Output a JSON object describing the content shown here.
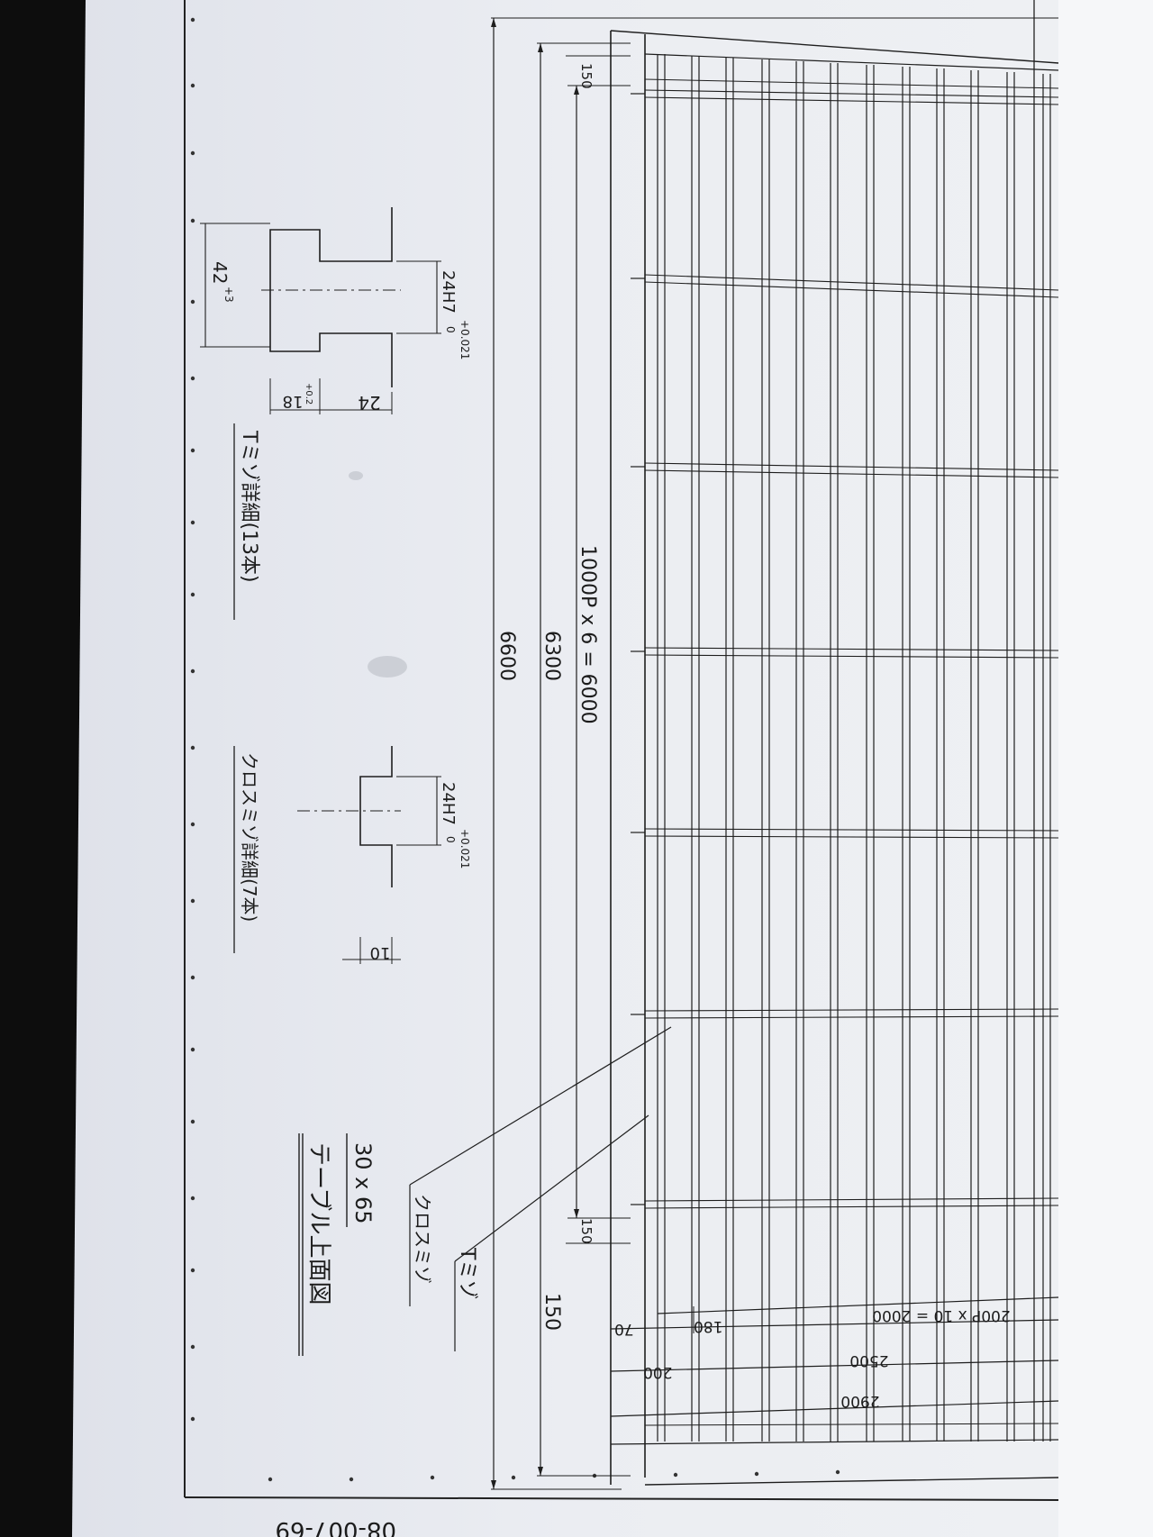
{
  "drawing": {
    "drawing_number": "08-007-69",
    "title": "テーブル上面図",
    "plate_size": "30 x 65"
  },
  "dimensions": {
    "edge_150_top": "150",
    "edge_150_bottom": "150",
    "pitch": "1000P x 6 = 6000",
    "inner_length": "6300",
    "total_length": "6600",
    "edge_150_outer": "150",
    "w_70": "70",
    "w_180": "180",
    "w_pitch": "200P x 10 = 2000",
    "w_200": "200",
    "w_2500": "2500",
    "w_2900": "2900"
  },
  "t_slot_detail": {
    "title": "Tミゾ詳細(13本)",
    "width": "24H7",
    "tol_upper": "+0.021",
    "tol_lower": "0",
    "depth_24": "24",
    "depth_18": "18",
    "depth_18_tol": "+0.2",
    "head_width": "42",
    "head_tol": "+3"
  },
  "cross_slot_detail": {
    "title": "クロスミゾ詳細(7本)",
    "width": "24H7",
    "tol_upper": "+0.021",
    "tol_lower": "0",
    "depth": "10"
  },
  "callouts": {
    "t_slot": "Tミゾ",
    "cross_slot": "クロスミゾ"
  }
}
